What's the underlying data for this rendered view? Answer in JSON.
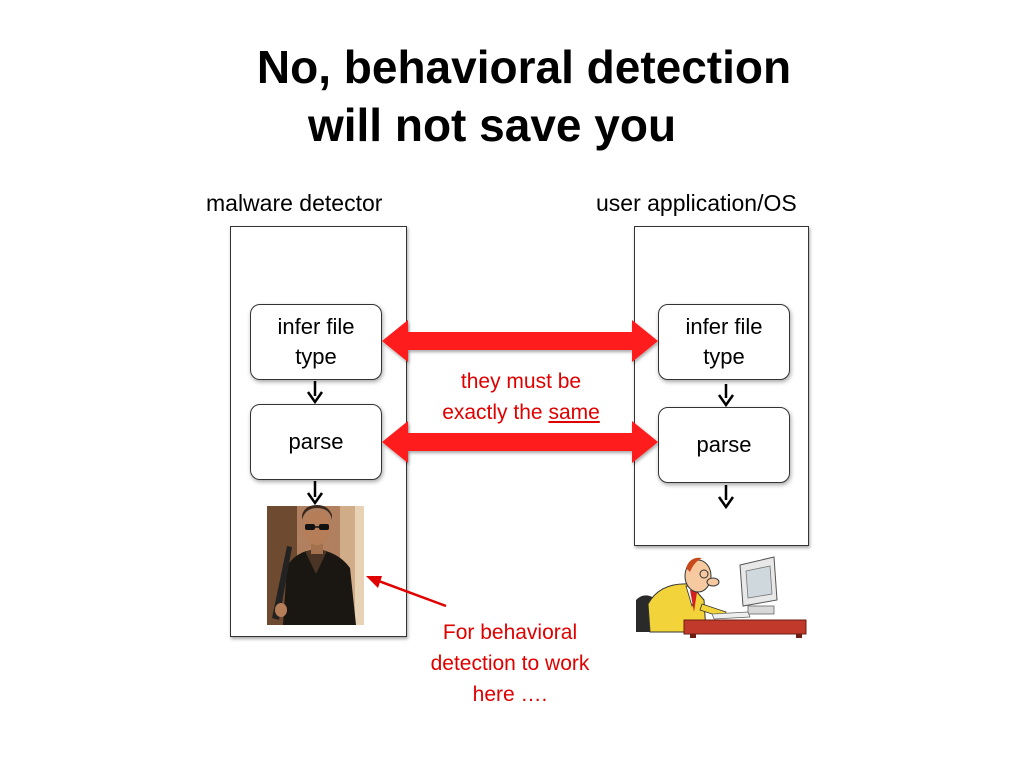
{
  "slide": {
    "title_line1": "No, behavioral detection",
    "title_line2": "will not save you"
  },
  "left_panel": {
    "label": "malware detector",
    "box_infer": {
      "line1": "infer file",
      "line2": "type"
    },
    "box_parse": "parse"
  },
  "right_panel": {
    "label": "user application/OS",
    "box_infer": {
      "line1": "infer file",
      "line2": "type"
    },
    "box_parse": "parse"
  },
  "annotation_center": {
    "line1": "they must be",
    "line2_prefix": "exactly the ",
    "line2_underlined": "same"
  },
  "annotation_bottom": {
    "line1": "For behavioral",
    "line2": "detection to work",
    "line3": "here …."
  },
  "colors": {
    "accent_red": "#e00000",
    "arrow_red": "#ff1a1a",
    "border": "#333333"
  },
  "images": {
    "left_image": "man-in-black-jacket-with-sunglasses-holding-shotgun-photo",
    "right_image": "cartoon-man-typing-at-computer-desk-clipart"
  }
}
